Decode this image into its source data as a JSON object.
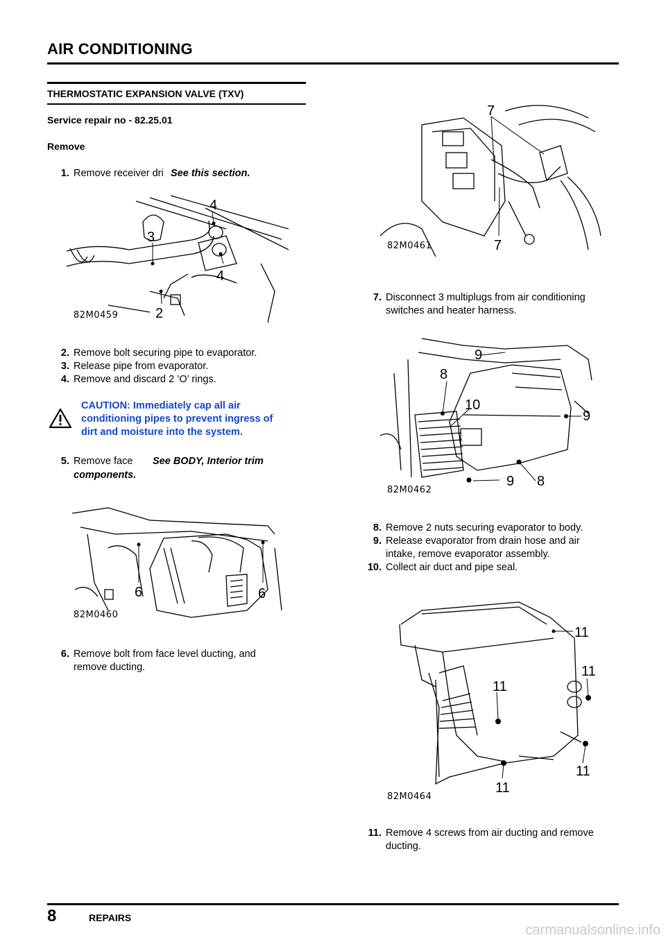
{
  "header": {
    "title": "AIR CONDITIONING"
  },
  "section": {
    "title": "THERMOSTATIC EXPANSION VALVE (TXV)",
    "service_repair": "Service repair no - 82.25.01",
    "remove_heading": "Remove"
  },
  "steps": [
    {
      "num": "1.",
      "text": "Remove receiver dri",
      "ref": "See this section."
    },
    {
      "num": "2.",
      "text": "Remove bolt securing pipe to evaporator."
    },
    {
      "num": "3.",
      "text": "Release pipe from evaporator."
    },
    {
      "num": "4.",
      "text": "Remove and discard 2 ’O’ rings."
    },
    {
      "num": "5.",
      "text": "Remove face",
      "ref": "See  BODY, Interior trim",
      "ref2": "components."
    },
    {
      "num": "6.",
      "text": "Remove bolt from face level ducting, and",
      "text2": "remove ducting."
    },
    {
      "num": "7.",
      "text": "Disconnect 3 multiplugs from air conditioning",
      "text2": "switches and heater harness."
    },
    {
      "num": "8.",
      "text": "Remove 2 nuts securing evaporator to body."
    },
    {
      "num": "9.",
      "text": "Release evaporator from drain hose and air",
      "text2": "intake, remove evaporator assembly."
    },
    {
      "num": "10.",
      "text": "Collect air duct and pipe seal."
    },
    {
      "num": "11.",
      "text": "Remove 4 screws from air ducting and remove",
      "text2": "ducting."
    }
  ],
  "caution": {
    "line1": "CAUTION: Immediately cap all air",
    "line2": "conditioning pipes to prevent ingress of",
    "line3": "dirt and moisture into the system."
  },
  "figures": {
    "fig1": {
      "label": "82M0459",
      "callouts": [
        "4",
        "3",
        "4",
        "2"
      ]
    },
    "fig2": {
      "label": "82M0460",
      "callouts": [
        "6",
        "6"
      ]
    },
    "fig3": {
      "label": "82M0461",
      "callouts": [
        "7",
        "7"
      ]
    },
    "fig4": {
      "label": "82M0462",
      "callouts": [
        "9",
        "8",
        "10",
        "9",
        "9",
        "8"
      ]
    },
    "fig5": {
      "label": "82M0464",
      "callouts": [
        "11",
        "11",
        "11",
        "11",
        "11"
      ]
    }
  },
  "footer": {
    "page_number": "8",
    "label": "REPAIRS"
  },
  "watermark": "carmanualsonline.info",
  "colors": {
    "caution_text": "#1446c8",
    "rule": "#000000"
  }
}
